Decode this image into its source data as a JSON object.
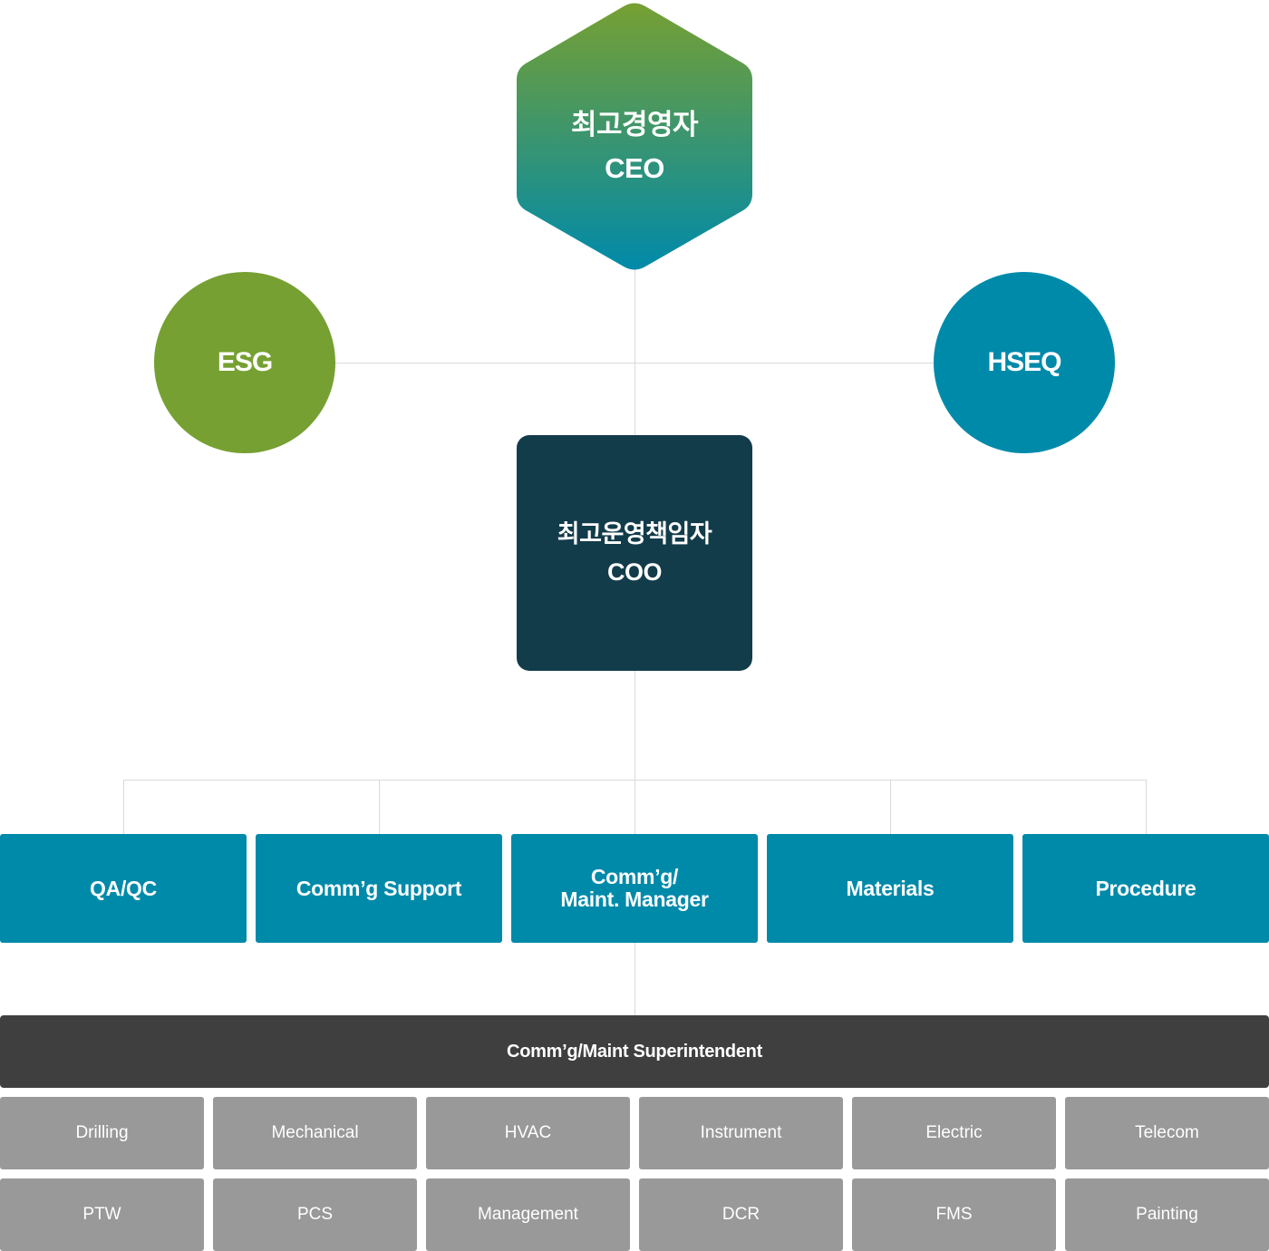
{
  "ceo": {
    "korean": "최고경영자",
    "english": "CEO"
  },
  "esg": {
    "label": "ESG"
  },
  "hseq": {
    "label": "HSEQ"
  },
  "coo": {
    "korean": "최고운영책임자",
    "english": "COO"
  },
  "departments": [
    {
      "label": "QA/QC"
    },
    {
      "label": "Comm’g Support"
    },
    {
      "label_line1": "Comm’g/",
      "label_line2": "Maint. Manager"
    },
    {
      "label": "Materials"
    },
    {
      "label": "Procedure"
    }
  ],
  "superintendent": {
    "label": "Comm’g/Maint Superintendent"
  },
  "teams_row1": [
    "Drilling",
    "Mechanical",
    "HVAC",
    "Instrument",
    "Electric",
    "Telecom"
  ],
  "teams_row2": [
    "PTW",
    "PCS",
    "Management",
    "DCR",
    "FMS",
    "Painting"
  ],
  "colors": {
    "ceo_gradient_top": "#76a032",
    "ceo_gradient_bottom": "#008aaa",
    "esg": "#76a032",
    "hseq": "#008aaa",
    "coo": "#133c4b",
    "department": "#008aaa",
    "superintendent": "#3f3f3f",
    "team": "#999999",
    "connector": "#d9d9d9"
  }
}
